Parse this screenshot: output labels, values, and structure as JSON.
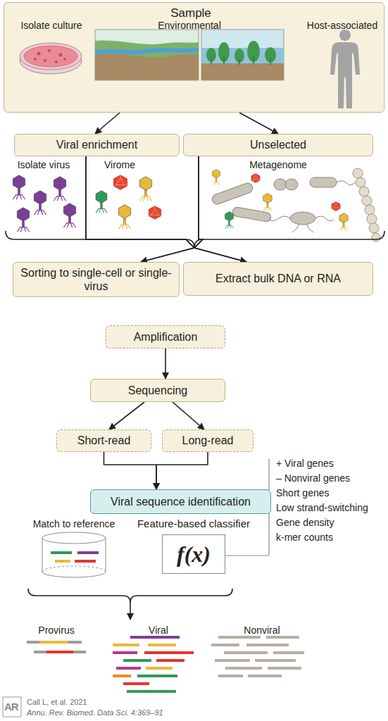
{
  "diagram": {
    "nodes": [
      {
        "text": [
          "Sample",
          "Isolate culture",
          "Environmental",
          "Host-associated"
        ]
      },
      {
        "text": [
          "Viral enrichment"
        ]
      },
      {
        "text": [
          "Unselected"
        ]
      },
      {
        "text": [
          "Sorting to single-cell or single-virus"
        ]
      },
      {
        "text": [
          "Extract bulk DNA or RNA"
        ]
      },
      {
        "text": [
          "Amplification"
        ]
      },
      {
        "text": [
          "Sequencing"
        ]
      },
      {
        "text": [
          "Short-read"
        ]
      },
      {
        "text": [
          "Long-read"
        ]
      },
      {
        "text": [
          "Viral sequence identification"
        ]
      },
      {
        "text": [
          "Feature-based classifier",
          "f(x)"
        ]
      }
    ],
    "edges": [
      {
        "from": 0,
        "to": 1,
        "arrow": "to"
      },
      {
        "from": 0,
        "to": 2,
        "arrow": "to"
      },
      {
        "from": 1,
        "to": 3,
        "arrow": "to"
      },
      {
        "from": 1,
        "to": 4,
        "arrow": "to"
      },
      {
        "from": 2,
        "to": 3,
        "arrow": "to"
      },
      {
        "from": 2,
        "to": 4,
        "arrow": "to"
      },
      {
        "from": 5,
        "to": 6,
        "arrow": "to"
      },
      {
        "from": 6,
        "to": 7,
        "arrow": "to"
      },
      {
        "from": 6,
        "to": 8,
        "arrow": "to"
      },
      {
        "from": 7,
        "to": 9,
        "arrow": "to"
      },
      {
        "from": 8,
        "to": 9,
        "arrow": "to"
      }
    ],
    "labels": [
      "Isolate virus",
      "Virome",
      "Metagenome",
      "Match to reference",
      "+ Viral genes",
      "– Nonviral genes",
      "Short genes",
      "Low strand-switching",
      "Gene density",
      "k-mer counts",
      "Provirus",
      "Viral",
      "Nonviral",
      "AR",
      "Call L, et al. 2021",
      "Annu. Rev. Biomed. Data Sci. 4:369–91"
    ]
  }
}
